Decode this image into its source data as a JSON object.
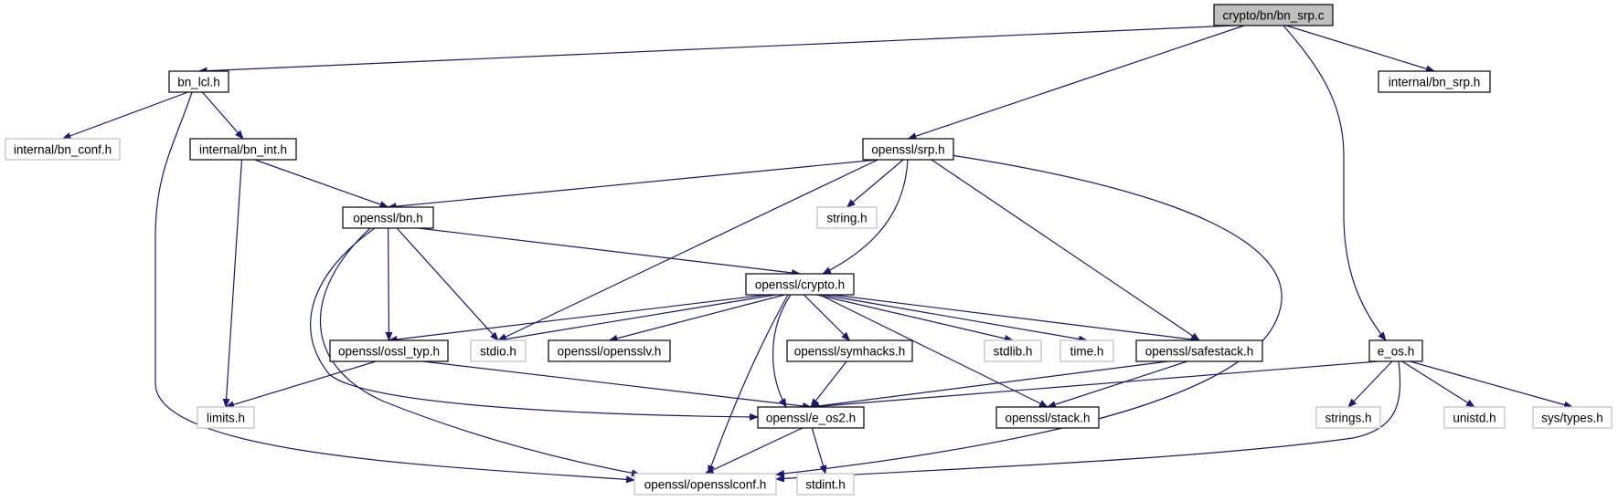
{
  "graph": {
    "root": "crypto/bn/bn_srp.c",
    "colors": {
      "edge": "#191970",
      "root_fill": "#bfbfbf",
      "node_fill": "#ffffff",
      "node_border": "#000000",
      "missing_border": "#bfbfbf"
    },
    "nodes": [
      {
        "id": "bn_srp_c",
        "label": "crypto/bn/bn_srp.c",
        "kind": "root"
      },
      {
        "id": "bn_lcl_h",
        "label": "bn_lcl.h",
        "kind": "file"
      },
      {
        "id": "internal_bn_srp_h",
        "label": "internal/bn_srp.h",
        "kind": "file"
      },
      {
        "id": "internal_bn_conf_h",
        "label": "internal/bn_conf.h",
        "kind": "missing"
      },
      {
        "id": "internal_bn_int_h",
        "label": "internal/bn_int.h",
        "kind": "file"
      },
      {
        "id": "openssl_srp_h",
        "label": "openssl/srp.h",
        "kind": "file"
      },
      {
        "id": "openssl_bn_h",
        "label": "openssl/bn.h",
        "kind": "file"
      },
      {
        "id": "string_h",
        "label": "string.h",
        "kind": "missing"
      },
      {
        "id": "openssl_crypto_h",
        "label": "openssl/crypto.h",
        "kind": "file"
      },
      {
        "id": "openssl_ossl_typ_h",
        "label": "openssl/ossl_typ.h",
        "kind": "file"
      },
      {
        "id": "stdio_h",
        "label": "stdio.h",
        "kind": "missing"
      },
      {
        "id": "openssl_opensslv_h",
        "label": "openssl/opensslv.h",
        "kind": "file"
      },
      {
        "id": "openssl_symhacks_h",
        "label": "openssl/symhacks.h",
        "kind": "file"
      },
      {
        "id": "stdlib_h",
        "label": "stdlib.h",
        "kind": "missing"
      },
      {
        "id": "time_h",
        "label": "time.h",
        "kind": "missing"
      },
      {
        "id": "openssl_safestack_h",
        "label": "openssl/safestack.h",
        "kind": "file"
      },
      {
        "id": "e_os_h",
        "label": "e_os.h",
        "kind": "file"
      },
      {
        "id": "limits_h",
        "label": "limits.h",
        "kind": "missing"
      },
      {
        "id": "openssl_e_os2_h",
        "label": "openssl/e_os2.h",
        "kind": "file"
      },
      {
        "id": "openssl_stack_h",
        "label": "openssl/stack.h",
        "kind": "file"
      },
      {
        "id": "strings_h",
        "label": "strings.h",
        "kind": "missing"
      },
      {
        "id": "unistd_h",
        "label": "unistd.h",
        "kind": "missing"
      },
      {
        "id": "sys_types_h",
        "label": "sys/types.h",
        "kind": "missing"
      },
      {
        "id": "openssl_opensslconf_h",
        "label": "openssl/opensslconf.h",
        "kind": "missing"
      },
      {
        "id": "stdint_h",
        "label": "stdint.h",
        "kind": "missing"
      }
    ],
    "edges": [
      {
        "from": "bn_srp_c",
        "to": "bn_lcl_h"
      },
      {
        "from": "bn_srp_c",
        "to": "openssl_srp_h"
      },
      {
        "from": "bn_srp_c",
        "to": "internal_bn_srp_h"
      },
      {
        "from": "bn_srp_c",
        "to": "e_os_h"
      },
      {
        "from": "bn_lcl_h",
        "to": "internal_bn_conf_h"
      },
      {
        "from": "bn_lcl_h",
        "to": "internal_bn_int_h"
      },
      {
        "from": "bn_lcl_h",
        "to": "openssl_opensslconf_h"
      },
      {
        "from": "internal_bn_int_h",
        "to": "openssl_bn_h"
      },
      {
        "from": "internal_bn_int_h",
        "to": "limits_h"
      },
      {
        "from": "openssl_srp_h",
        "to": "openssl_bn_h"
      },
      {
        "from": "openssl_srp_h",
        "to": "string_h"
      },
      {
        "from": "openssl_srp_h",
        "to": "openssl_crypto_h"
      },
      {
        "from": "openssl_srp_h",
        "to": "stdio_h"
      },
      {
        "from": "openssl_srp_h",
        "to": "openssl_safestack_h"
      },
      {
        "from": "openssl_srp_h",
        "to": "openssl_opensslconf_h"
      },
      {
        "from": "openssl_bn_h",
        "to": "openssl_crypto_h"
      },
      {
        "from": "openssl_bn_h",
        "to": "openssl_ossl_typ_h"
      },
      {
        "from": "openssl_bn_h",
        "to": "stdio_h"
      },
      {
        "from": "openssl_bn_h",
        "to": "openssl_e_os2_h"
      },
      {
        "from": "openssl_bn_h",
        "to": "openssl_opensslconf_h"
      },
      {
        "from": "openssl_crypto_h",
        "to": "openssl_ossl_typ_h"
      },
      {
        "from": "openssl_crypto_h",
        "to": "stdio_h"
      },
      {
        "from": "openssl_crypto_h",
        "to": "openssl_opensslv_h"
      },
      {
        "from": "openssl_crypto_h",
        "to": "openssl_symhacks_h"
      },
      {
        "from": "openssl_crypto_h",
        "to": "stdlib_h"
      },
      {
        "from": "openssl_crypto_h",
        "to": "time_h"
      },
      {
        "from": "openssl_crypto_h",
        "to": "openssl_safestack_h"
      },
      {
        "from": "openssl_crypto_h",
        "to": "openssl_e_os2_h"
      },
      {
        "from": "openssl_crypto_h",
        "to": "openssl_stack_h"
      },
      {
        "from": "openssl_crypto_h",
        "to": "openssl_opensslconf_h"
      },
      {
        "from": "openssl_ossl_typ_h",
        "to": "limits_h"
      },
      {
        "from": "openssl_ossl_typ_h",
        "to": "openssl_e_os2_h"
      },
      {
        "from": "openssl_symhacks_h",
        "to": "openssl_e_os2_h"
      },
      {
        "from": "openssl_safestack_h",
        "to": "openssl_e_os2_h"
      },
      {
        "from": "openssl_safestack_h",
        "to": "openssl_stack_h"
      },
      {
        "from": "e_os_h",
        "to": "openssl_e_os2_h"
      },
      {
        "from": "e_os_h",
        "to": "strings_h"
      },
      {
        "from": "e_os_h",
        "to": "unistd_h"
      },
      {
        "from": "e_os_h",
        "to": "sys_types_h"
      },
      {
        "from": "e_os_h",
        "to": "openssl_opensslconf_h"
      },
      {
        "from": "openssl_e_os2_h",
        "to": "openssl_opensslconf_h"
      },
      {
        "from": "openssl_e_os2_h",
        "to": "stdint_h"
      }
    ]
  }
}
